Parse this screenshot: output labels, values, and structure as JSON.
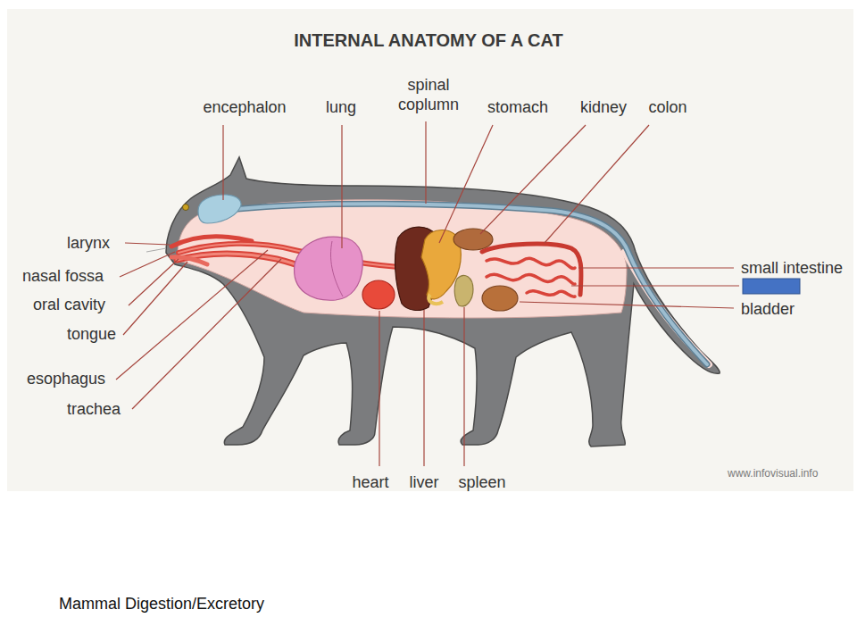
{
  "diagram": {
    "title": "INTERNAL ANATOMY OF A CAT",
    "caption": "Mammal Digestion/Excretory",
    "labels": [
      "encephalon",
      "lung",
      "spinal coplumn",
      "stomach",
      "kidney",
      "colon",
      "larynx",
      "nasal fossa",
      "oral cavity",
      "tongue",
      "esophagus",
      "trachea",
      "small intestine",
      "bladder",
      "heart",
      "liver",
      "spleen",
      "www.infovisual.info"
    ]
  }
}
